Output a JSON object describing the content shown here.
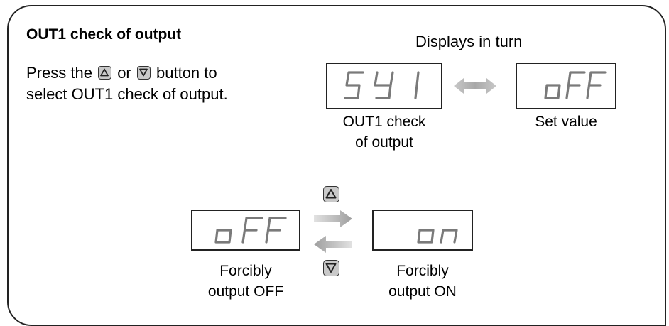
{
  "header": {
    "title": "OUT1 check of output",
    "instruction_part1": "Press the",
    "instruction_or": "or",
    "instruction_part2": "button to",
    "instruction_line2": "select OUT1 check of output.",
    "displays_in_turn": "Displays in turn"
  },
  "top_row": {
    "left_display": {
      "text": "5Y1",
      "caption_line1": "OUT1 check",
      "caption_line2": "of output"
    },
    "right_display": {
      "text": "oFF",
      "caption": "Set value"
    }
  },
  "bottom_row": {
    "left_display": {
      "text": "oFF",
      "caption_line1": "Forcibly",
      "caption_line2": "output OFF"
    },
    "right_display": {
      "text": "on",
      "caption_line1": "Forcibly",
      "caption_line2": "output ON"
    }
  },
  "icons": {
    "up_key": "up-triangle-key-icon",
    "down_key": "down-triangle-key-icon",
    "swap_arrow": "double-arrow-icon",
    "right_arrow": "right-arrow-icon",
    "left_arrow": "left-arrow-icon"
  },
  "colors": {
    "arrow": "#b5b5b5",
    "key_fill": "#c9c9c9",
    "segment": "#7a7a7a"
  }
}
